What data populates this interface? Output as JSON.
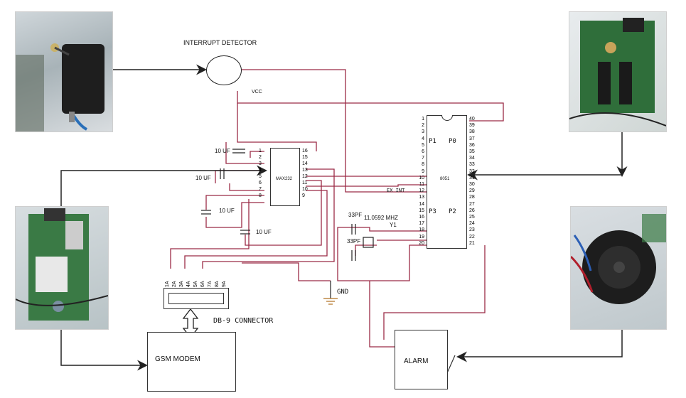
{
  "labels": {
    "interrupt_detector": "INTERRUPT DETECTOR",
    "vcc": "VCC",
    "cap1": "10 UF",
    "cap2": "10 UF",
    "cap3": "10 UF",
    "cap4": "10 UF",
    "max232": "MAX232",
    "ex_int": "EX INT",
    "mcu": "8051",
    "p0": "P0",
    "p1": "P1",
    "p2": "P2",
    "p3": "P3",
    "crystal_cap1": "33PF",
    "crystal_cap2": "33PF",
    "crystal": "11.0592 MHZ",
    "crystal_ref": "Y1",
    "gnd": "GND",
    "db9": "DB-9 CONNECTOR",
    "gsm": "GSM MODEM",
    "alarm": "ALARM"
  },
  "pins": {
    "max_left": [
      "1",
      "2",
      "3",
      "4",
      "5",
      "6",
      "7",
      "8"
    ],
    "max_right": [
      "16",
      "15",
      "14",
      "13",
      "12",
      "11",
      "10",
      "9"
    ],
    "mcu_left": [
      "1",
      "2",
      "3",
      "4",
      "5",
      "6",
      "7",
      "8",
      "9",
      "10",
      "11",
      "12",
      "13",
      "14",
      "15",
      "16",
      "17",
      "18",
      "19",
      "20"
    ],
    "mcu_right": [
      "40",
      "39",
      "38",
      "37",
      "36",
      "35",
      "34",
      "33",
      "32",
      "31",
      "30",
      "29",
      "28",
      "27",
      "26",
      "25",
      "24",
      "23",
      "22",
      "21"
    ],
    "db9": [
      "1A",
      "2A",
      "3A",
      "4A",
      "5A",
      "6A",
      "7A",
      "8A",
      "9A"
    ]
  },
  "colors": {
    "wire": "#9b2b46",
    "line": "#222222",
    "ground": "#b07020"
  }
}
